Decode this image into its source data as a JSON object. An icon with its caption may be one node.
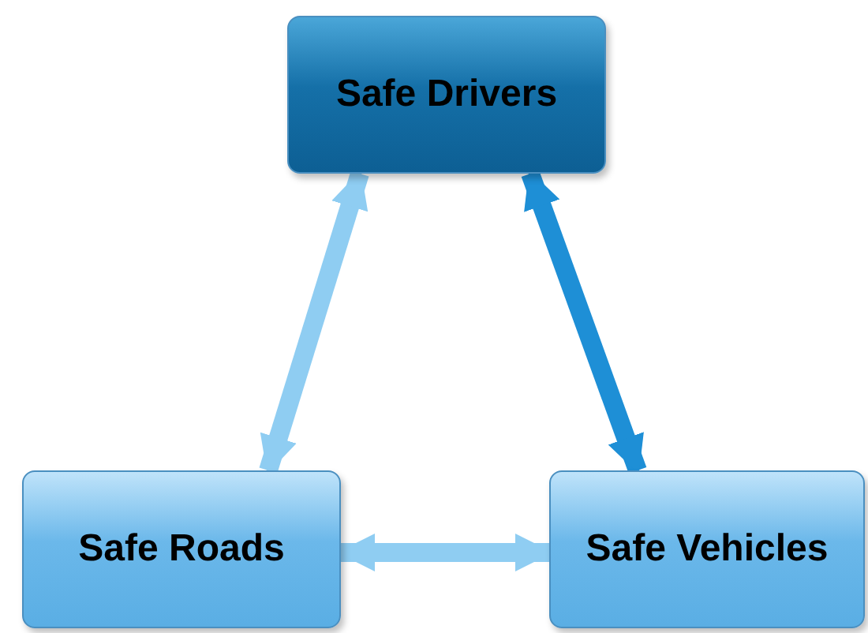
{
  "diagram": {
    "nodes": [
      {
        "text": [
          "Safe Drivers"
        ]
      },
      {
        "text": [
          "Safe Roads"
        ]
      },
      {
        "text": [
          "Safe Vehicles"
        ]
      }
    ],
    "edges": [
      {
        "from": 0,
        "to": 1,
        "arrow": "both"
      },
      {
        "from": 0,
        "to": 2,
        "arrow": "both",
        "color": "#1e8fd6"
      },
      {
        "from": 1,
        "to": 2,
        "arrow": "both"
      }
    ]
  }
}
